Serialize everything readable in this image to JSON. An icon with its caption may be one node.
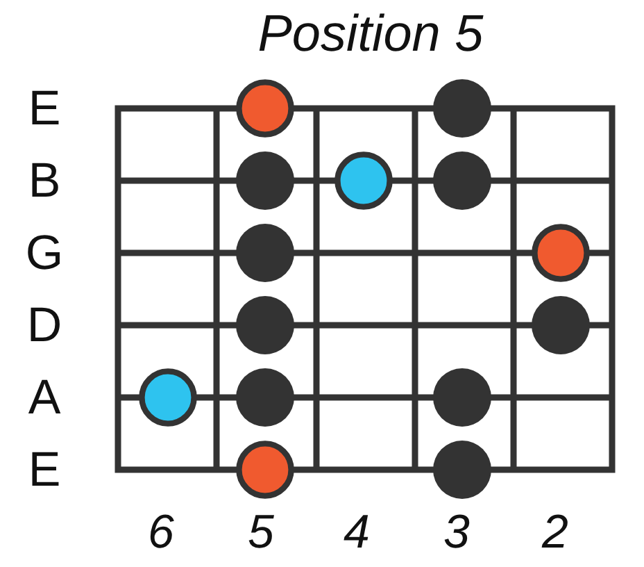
{
  "diagram": {
    "title": "Position 5",
    "nodes": [
      {
        "text": [],
        "shape": "circle"
      },
      {
        "text": [],
        "shape": "circle"
      },
      {
        "text": [],
        "shape": "circle"
      },
      {
        "text": [],
        "shape": "circle"
      },
      {
        "text": [],
        "shape": "circle"
      },
      {
        "text": [],
        "shape": "circle"
      },
      {
        "text": [],
        "shape": "circle"
      },
      {
        "text": [],
        "shape": "circle"
      },
      {
        "text": [],
        "shape": "circle"
      },
      {
        "text": [],
        "shape": "circle"
      },
      {
        "text": [],
        "shape": "circle"
      },
      {
        "text": [],
        "shape": "circle"
      },
      {
        "text": [],
        "shape": "circle"
      },
      {
        "text": [],
        "shape": "circle"
      }
    ],
    "labels": [
      "E",
      "B",
      "G",
      "D",
      "A",
      "E",
      "6",
      "5",
      "4",
      "3",
      "2"
    ]
  }
}
